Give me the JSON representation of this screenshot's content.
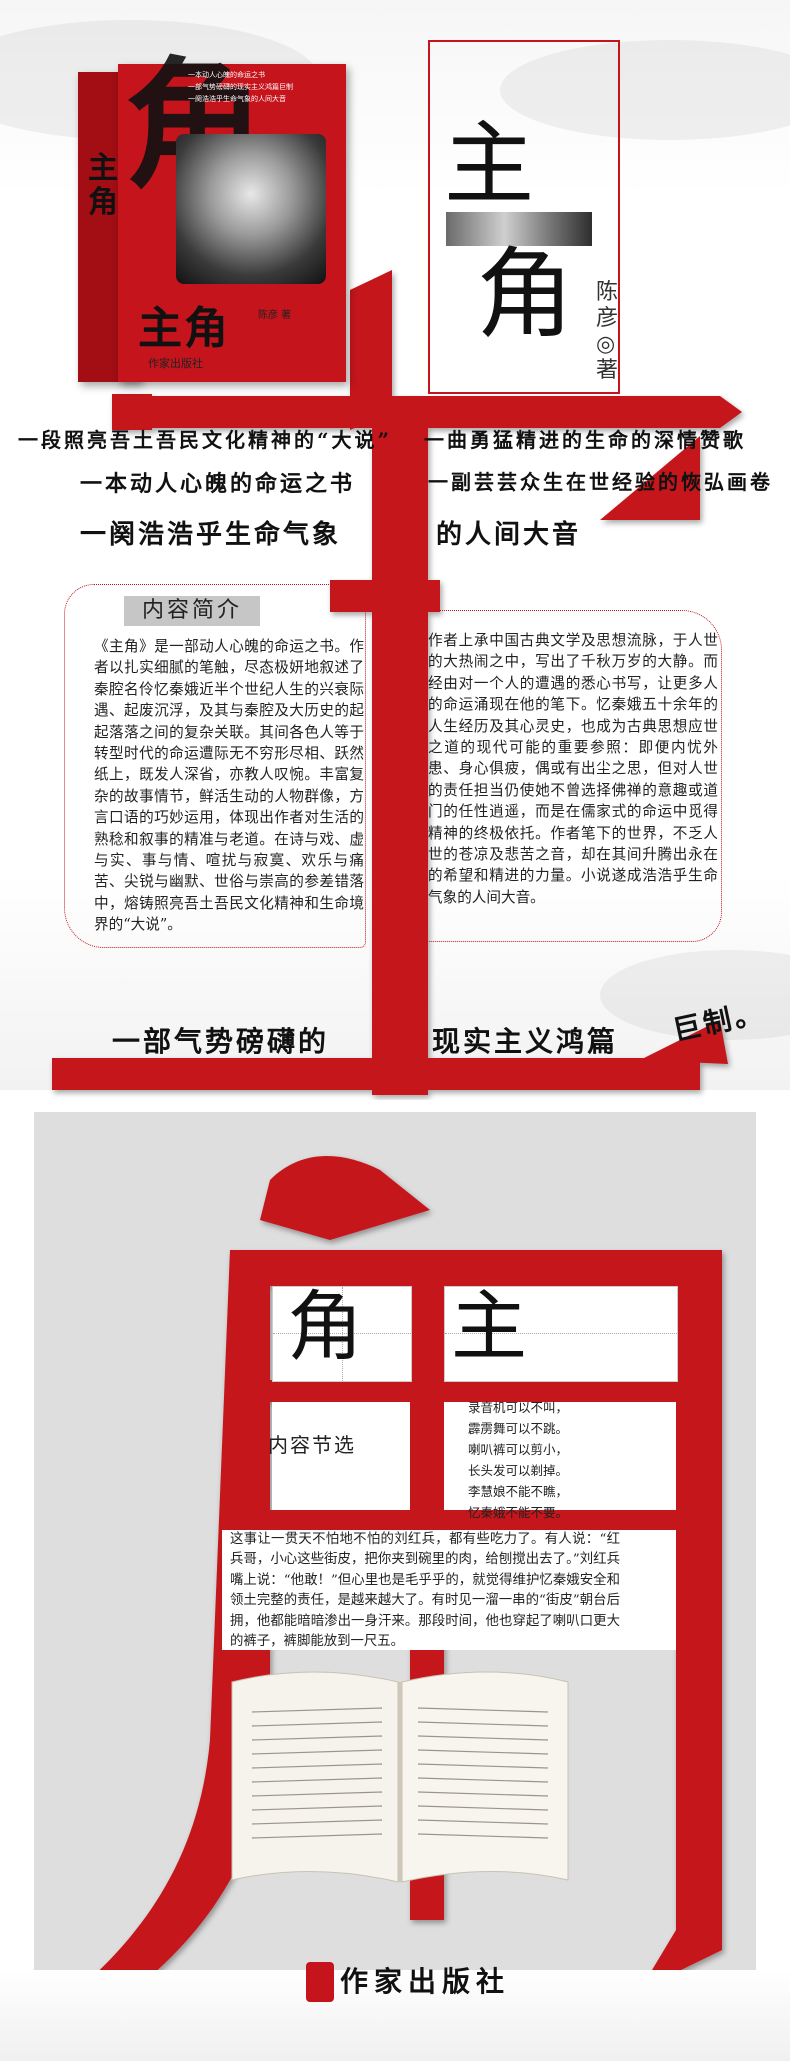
{
  "colors": {
    "accent": "#c5141c",
    "text": "#222222",
    "panel": "#dedede",
    "heading_bg": "#c6c6c6"
  },
  "book": {
    "spine_title": "主角",
    "cover_title": "主角",
    "author": "陈彦 著",
    "publisher": "作家出版社",
    "cover_lines": [
      "一本动人心魄的命运之书",
      "一部气势磅礴的现实主义鸿篇巨制",
      "一阕浩浩乎生命气象的人间大音"
    ]
  },
  "title_panel": {
    "char1": "主",
    "char2": "角",
    "author": "陈彦◎著"
  },
  "slogans": [
    "一段照亮吾土吾民文化精神的“大说”",
    "一曲勇猛精进的生命的深情赞歌",
    "一本动人心魄的命运之书",
    "一副芸芸众生在世经验的恢弘画卷",
    "一阕浩浩乎生命气象",
    "的人间大音",
    "一部气势磅礴的",
    "现实主义鸿篇",
    "巨制。"
  ],
  "intro": {
    "heading": "内容简介",
    "left": "《主角》是一部动人心魄的命运之书。作者以扎实细腻的笔触，尽态极妍地叙述了秦腔名伶忆秦娥近半个世纪人生的兴衰际遇、起废沉浮，及其与秦腔及大历史的起起落落之间的复杂关联。其间各色人等于转型时代的命运遭际无不穷形尽相、跃然纸上，既发人深省，亦教人叹惋。丰富复杂的故事情节，鲜活生动的人物群像，方言口语的巧妙运用，体现出作者对生活的熟稔和叙事的精准与老道。在诗与戏、虚与实、事与情、喧扰与寂寞、欢乐与痛苦、尖锐与幽默、世俗与崇高的参差错落中，熔铸照亮吾土吾民文化精神和生命境界的“大说”。",
    "right": "作者上承中国古典文学及思想流脉，于人世的大热闹之中，写出了千秋万岁的大静。而经由对一个人的遭遇的悉心书写，让更多人的命运涌现在他的笔下。忆秦娥五十余年的人生经历及其心灵史，也成为古典思想应世之道的现代可能的重要参照：即便内忧外患、身心俱疲，偶或有出尘之思，但对人世的责任担当仍使她不曾选择佛禅的意趣或道门的任性逍遥，而是在儒家式的命运中觅得精神的终极依托。作者笔下的世界，不乏人世的苍凉及悲苦之音，却在其间升腾出永在的希望和精进的力量。小说遂成浩浩乎生命气象的人间大音。"
  },
  "excerpt": {
    "heading": "内容节选",
    "grid_chars": [
      "角",
      "主"
    ],
    "poem": [
      "录音机可以不叫，",
      "霹雳舞可以不跳。",
      "喇叭裤可以剪小，",
      "长头发可以剃掉。",
      "李慧娘不能不瞧，",
      "忆秦娥不能不要。"
    ],
    "text": "这事让一贯天不怕地不怕的刘红兵，都有些吃力了。有人说：“红兵哥，小心这些街皮，把你夹到碗里的肉，给刨搅出去了。”刘红兵嘴上说：“他敢！”但心里也是毛乎乎的，就觉得维护忆秦娥安全和领土完整的责任，是越来越大了。有时见一溜一串的“街皮”朝台后拥，他都能暗暗渗出一身汗来。那段时间，他也穿起了喇叭口更大的裤子，裤脚能放到一尺五。"
  },
  "footer": {
    "publisher": "作家出版社"
  }
}
